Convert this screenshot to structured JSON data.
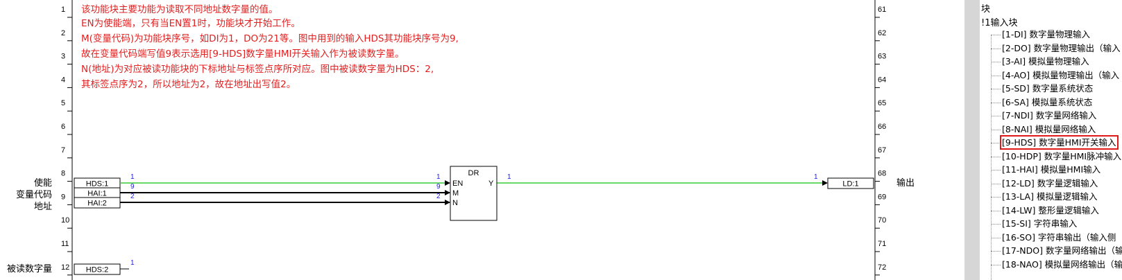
{
  "notes": [
    "该功能块主要功能为读取不同地址数字量的值。",
    "EN为使能端，只有当EN置1时，功能块才开始工作。",
    "M(变量代码)为功能块序号，如DI为1，DO为21等。图中用到的输入HDS其功能块序号为9,",
    "故在变量代码端写值9表示选用[9-HDS]数字量HMI开关输入作为被读数字量。",
    "N(地址)为对应被读功能块的下标地址与标签点序所对应。图中被读数字量为HDS：2,",
    "其标签点序为2，所以地址为2，故在地址出写值2。"
  ],
  "left_rows": [
    "1",
    "2",
    "3",
    "4",
    "5",
    "6",
    "7",
    "8",
    "9",
    "10",
    "11",
    "12"
  ],
  "right_rows": [
    "61",
    "62",
    "63",
    "64",
    "65",
    "66",
    "67",
    "68",
    "69",
    "70",
    "71",
    "72"
  ],
  "side_labels": {
    "enable": "使能",
    "var_code": "变量代码",
    "address": "地址",
    "read_digital": "被读数字量",
    "output": "输出"
  },
  "inputs": {
    "hds1": "HDS:1",
    "hai1": "HAI:1",
    "hai2": "HAI:2",
    "hds2": "HDS:2"
  },
  "wire_values": {
    "en_src": "1",
    "m_src": "9",
    "n_src": "2",
    "en_dst": "1",
    "m_dst": "9",
    "n_dst": "2",
    "y_out": "1",
    "ld_in": "1",
    "hds2_out": "1"
  },
  "block": {
    "name": "DR",
    "pin_en": "EN",
    "pin_m": "M",
    "pin_n": "N",
    "pin_y": "Y"
  },
  "output_box": "LD:1",
  "colors": {
    "note_red": "#e02020",
    "wire_green": "#33cc33",
    "wire_blue_text": "#1a1ae6",
    "highlight_red": "#e01818"
  },
  "tree": {
    "header": "块",
    "root": "!1输入块",
    "items": [
      "[1-DI] 数字量物理输入",
      "[2-DO] 数字量物理输出（输入",
      "[3-AI] 模拟量物理输入",
      "[4-AO] 模拟量物理输出（输入",
      "[5-SD] 数字量系统状态",
      "[6-SA] 模拟量系统状态",
      "[7-NDI] 数字量网络输入",
      "[8-NAI] 模拟量网络输入",
      "[9-HDS] 数字量HMI开关输入",
      "[10-HDP] 数字量HMI脉冲输入",
      "[11-HAI] 模拟量HMI输入",
      "[12-LD] 数字量逻辑输入",
      "[13-LA] 模拟量逻辑输入",
      "[14-LW] 整形量逻辑输入",
      "[15-SI] 字符串输入",
      "[16-SO] 字符串输出（输入侧",
      "[17-NDO] 数字量网络输出（输",
      "[18-NAO] 模拟量网络输出（输"
    ],
    "selected_index": 8
  }
}
